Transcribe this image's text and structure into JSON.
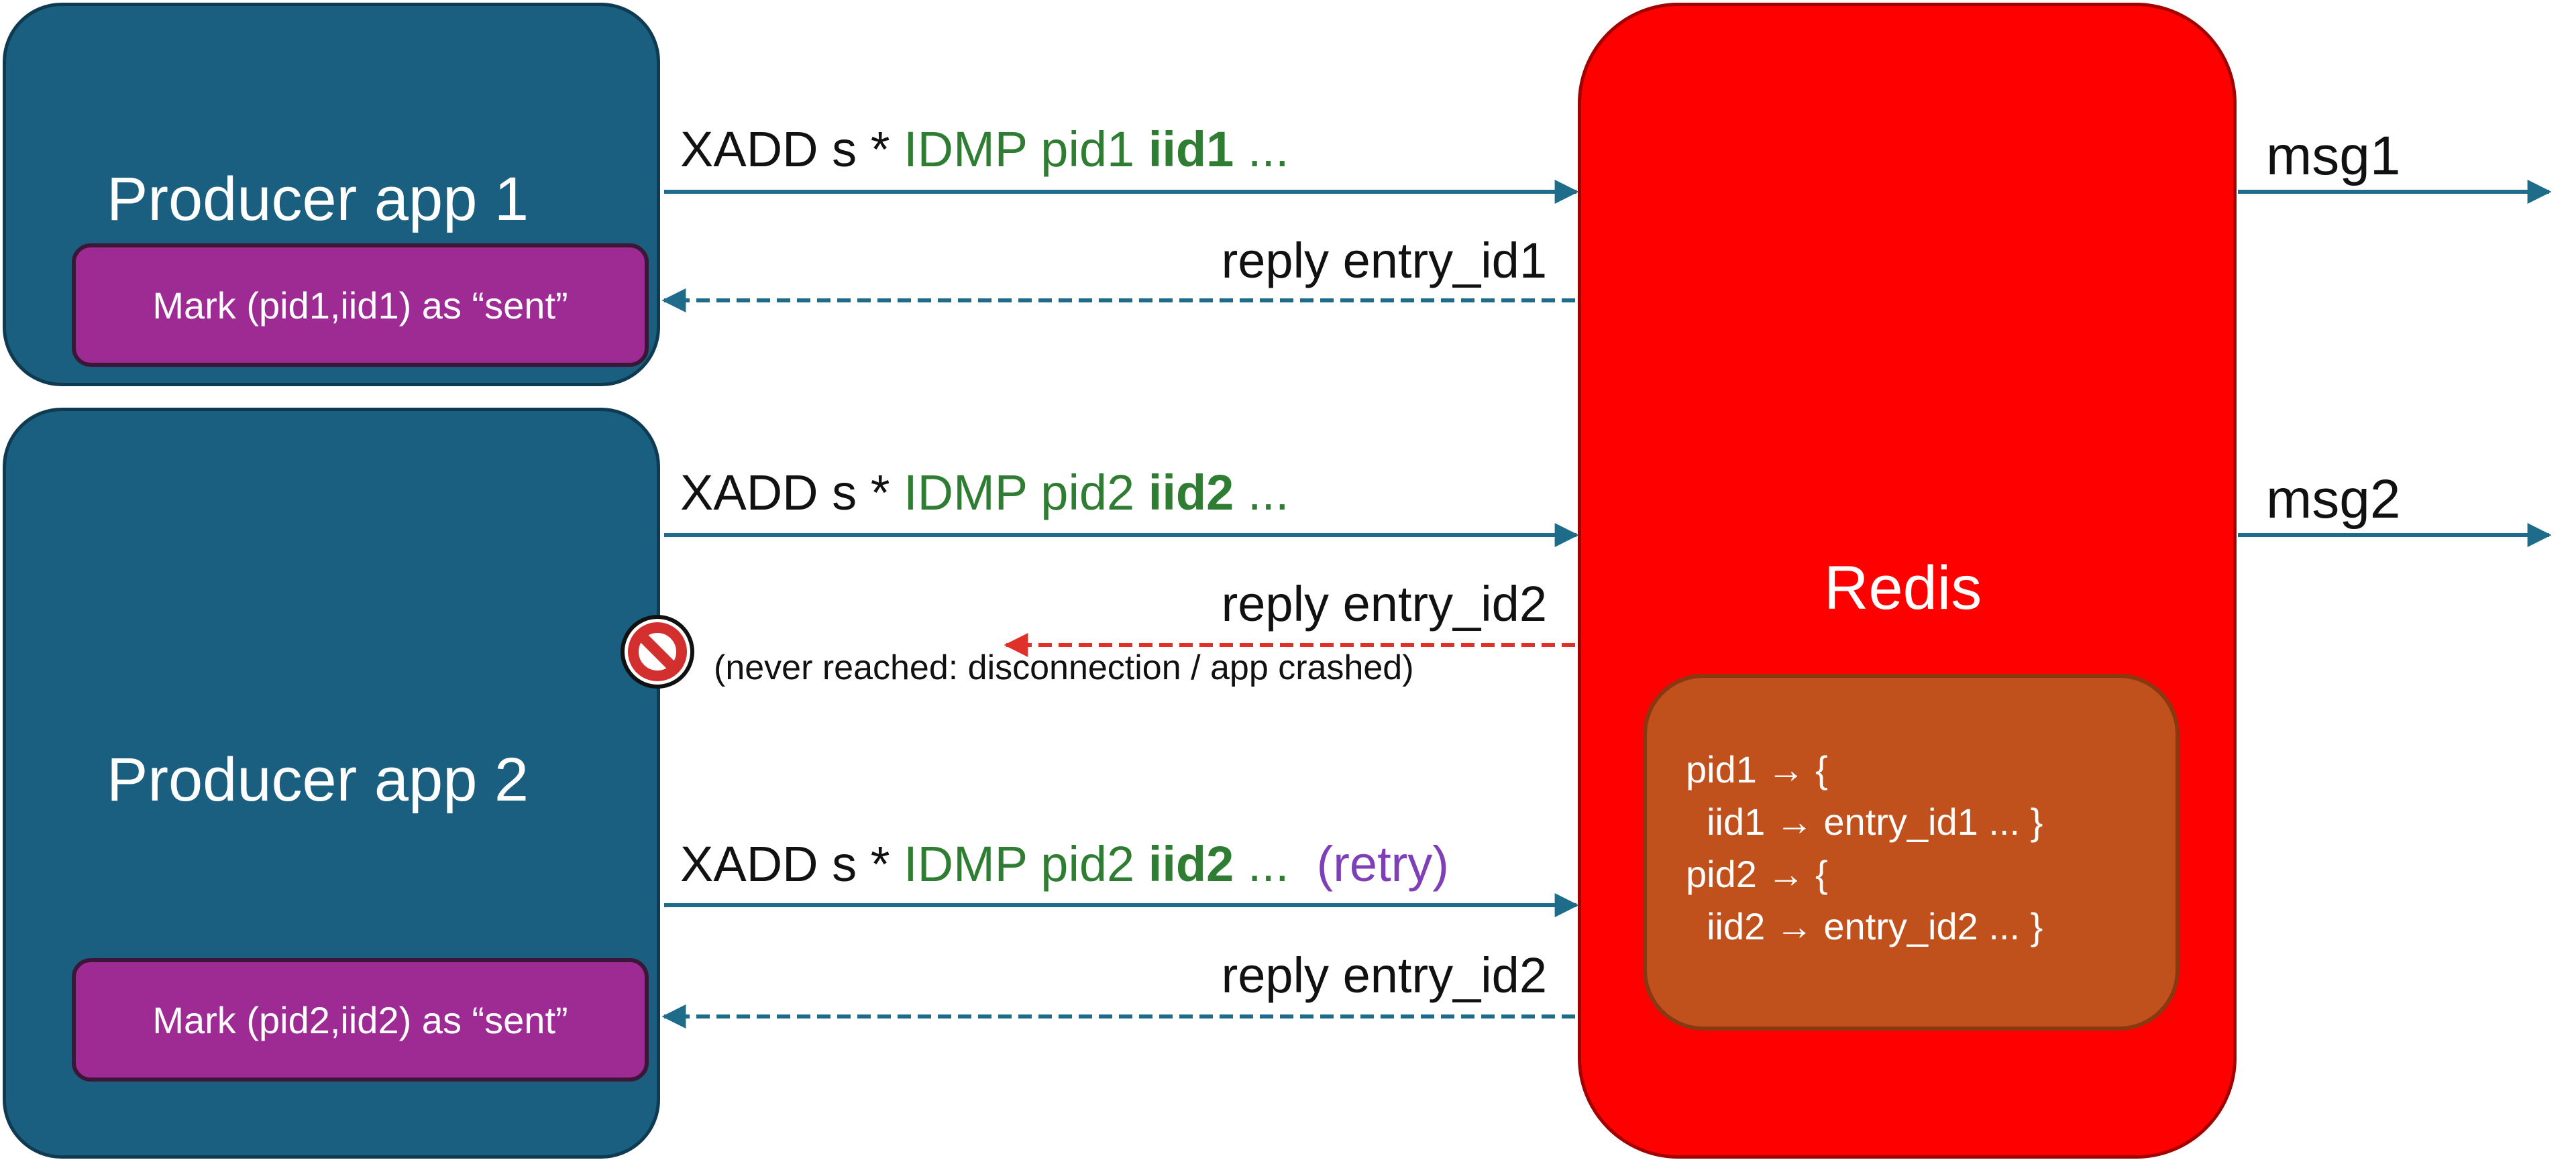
{
  "producers": [
    {
      "title": "Producer app 1",
      "mark": "Mark (pid1,iid1) as “sent”"
    },
    {
      "title": "Producer app 2",
      "mark": "Mark (pid2,iid2) as “sent”"
    }
  ],
  "redis": {
    "title": "Redis",
    "store_lines": [
      "pid1 → {",
      "  iid1 → entry_id1 ... }",
      "pid2 → {",
      "  iid2 → entry_id2 ... }"
    ]
  },
  "commands": [
    {
      "prefix": "XADD s * ",
      "idmp": "IDMP pid1 ",
      "iid": "iid1",
      "suffix": " ...",
      "retry": ""
    },
    {
      "prefix": "XADD s * ",
      "idmp": "IDMP pid2 ",
      "iid": "iid2",
      "suffix": " ...",
      "retry": ""
    },
    {
      "prefix": "XADD s * ",
      "idmp": "IDMP pid2 ",
      "iid": "iid2",
      "suffix": " ...",
      "retry": "(retry)"
    }
  ],
  "replies": [
    "reply entry_id1",
    "reply entry_id2",
    "reply entry_id2"
  ],
  "failure_note": "(never reached: disconnection / app crashed)",
  "outputs": [
    "msg1",
    "msg2"
  ],
  "colors": {
    "producer_fill": "#1a5f7f",
    "mark_fill": "#9e2a94",
    "redis_fill": "#ff0000",
    "store_fill": "#c0501c",
    "arrow": "#1f6b8a",
    "failed_arrow": "#e0302a",
    "idmp_text": "#2e7d32",
    "retry_text": "#7e3fb8"
  },
  "icons": {
    "blocked": "prohibited-icon"
  }
}
